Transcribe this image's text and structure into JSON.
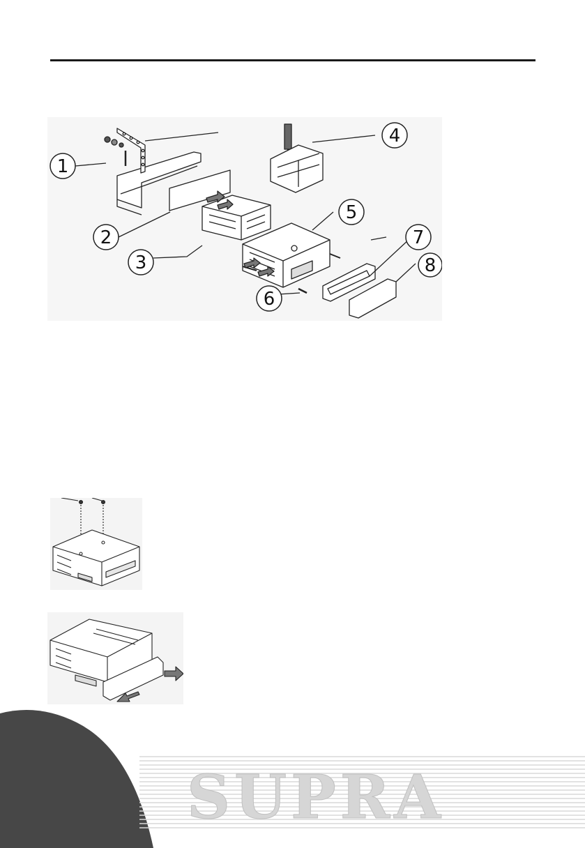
{
  "diagram": {
    "callouts": [
      "1",
      "2",
      "3",
      "4",
      "5",
      "6",
      "7",
      "8"
    ]
  },
  "brand": {
    "name": "SUPRA"
  },
  "colors": {
    "line": "#1a1a1a",
    "corner": "#474747",
    "stripes": "#dcdcdc",
    "brand_fill": "#d6d6d6"
  }
}
